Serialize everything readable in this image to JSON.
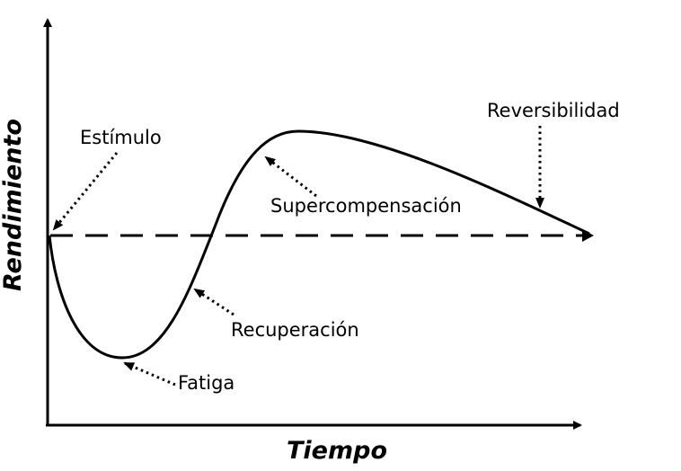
{
  "axes": {
    "x_label": "Tiempo",
    "y_label": "Rendimiento"
  },
  "annotations": {
    "stimulus": "Estímulo",
    "fatigue": "Fatiga",
    "recovery": "Recuperación",
    "supercompensation": "Supercompensación",
    "reversibility": "Reversibilidad"
  },
  "colors": {
    "ink": "#000000",
    "background": "#ffffff"
  }
}
